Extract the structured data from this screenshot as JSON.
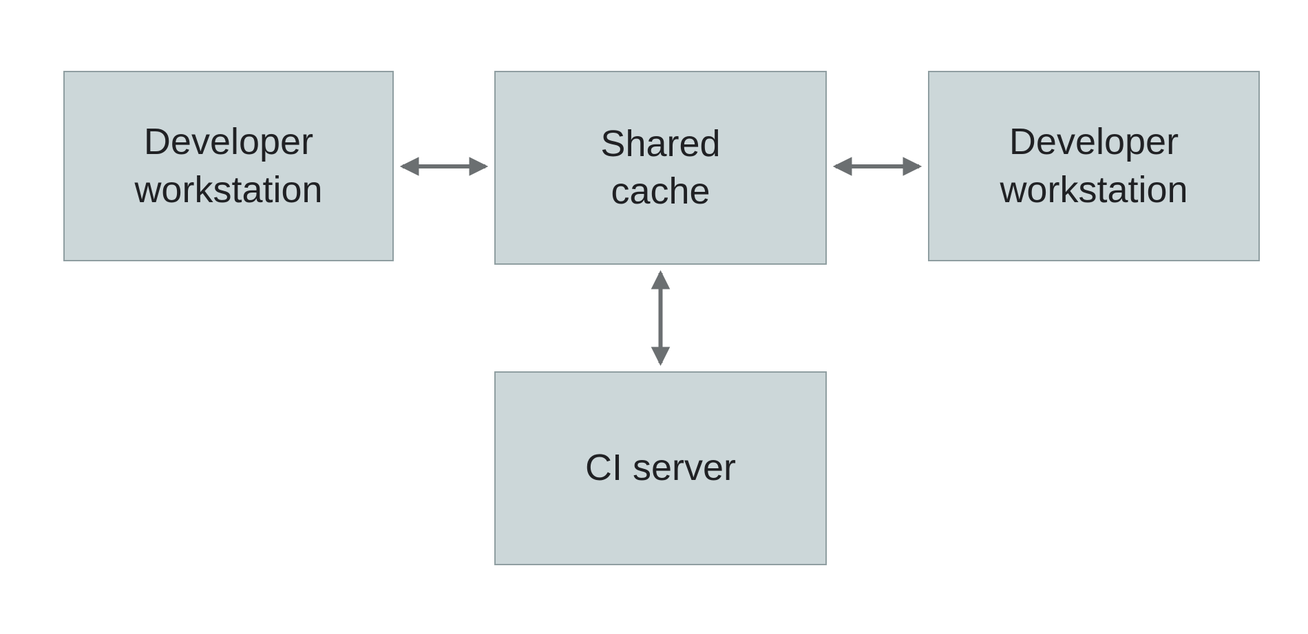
{
  "diagram": {
    "nodes": [
      {
        "id": "developer-workstation-left",
        "label": "Developer\nworkstation"
      },
      {
        "id": "shared-cache",
        "label": "Shared\ncache"
      },
      {
        "id": "developer-workstation-right",
        "label": "Developer\nworkstation"
      },
      {
        "id": "ci-server",
        "label": "CI server"
      }
    ],
    "edges": [
      {
        "from": "developer-workstation-left",
        "to": "shared-cache",
        "direction": "bidirectional"
      },
      {
        "from": "shared-cache",
        "to": "developer-workstation-right",
        "direction": "bidirectional"
      },
      {
        "from": "shared-cache",
        "to": "ci-server",
        "direction": "bidirectional"
      }
    ],
    "colors": {
      "background": "#ffffff",
      "node_fill": "#ccd7d9",
      "node_border": "#8f9ea1",
      "arrow": "#6b6f71",
      "text": "#202124"
    }
  }
}
